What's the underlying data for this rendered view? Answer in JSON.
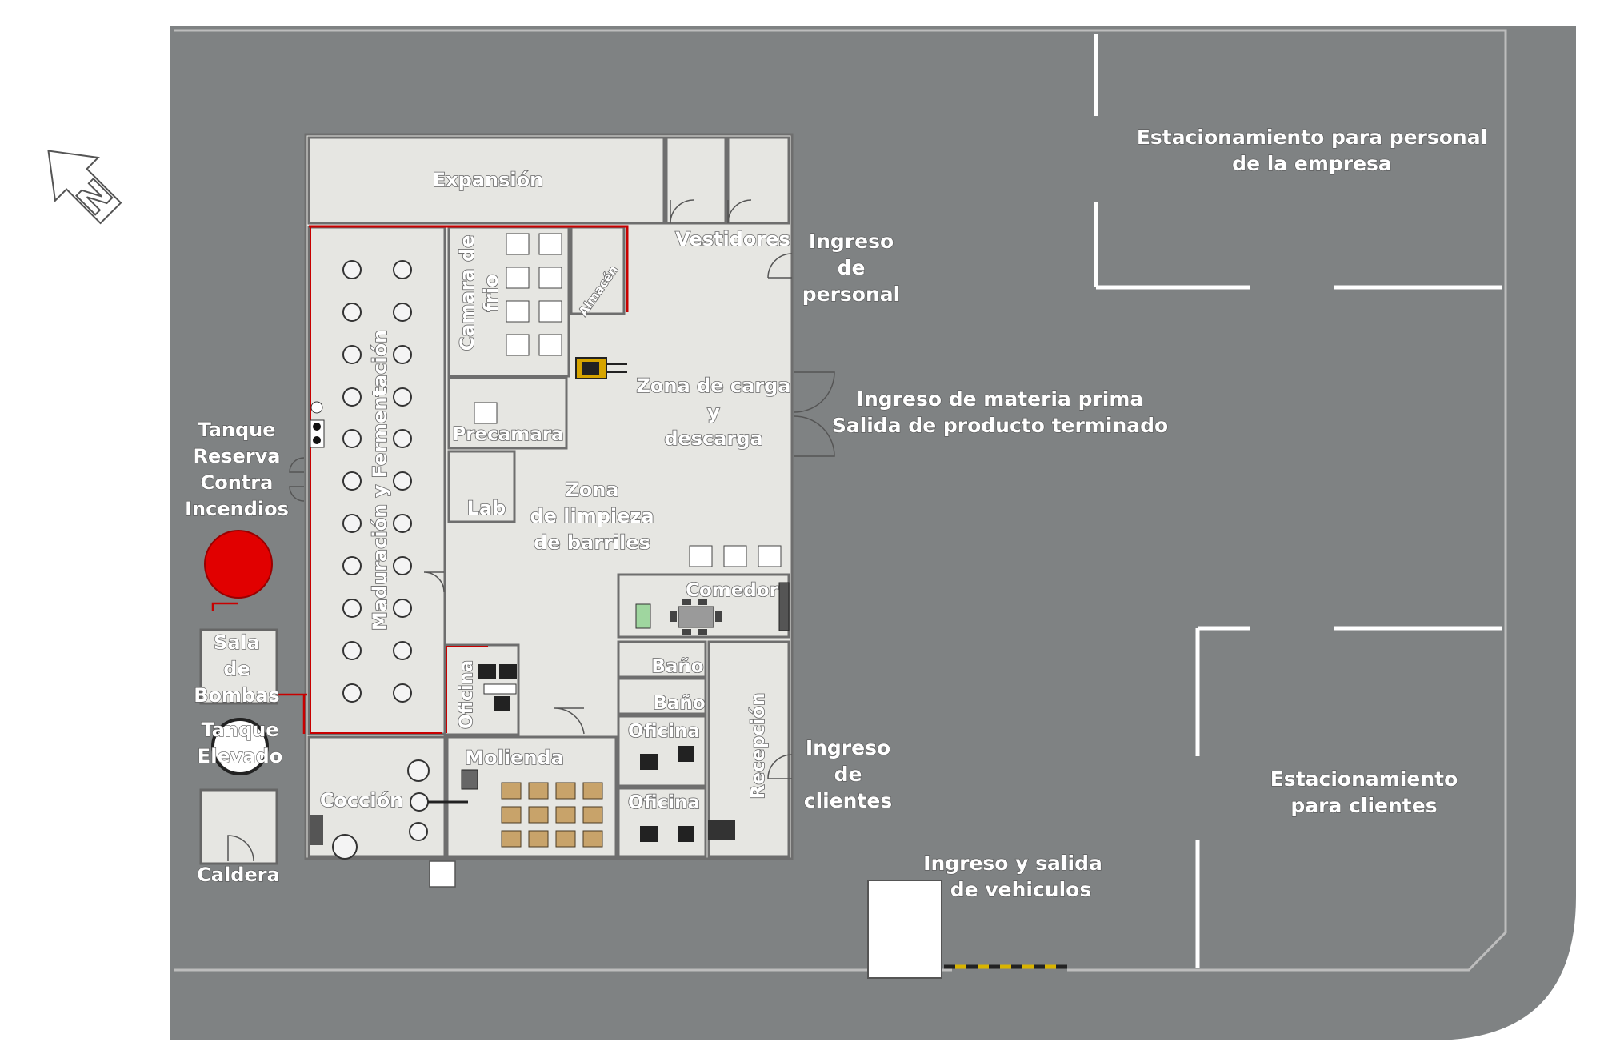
{
  "colors": {
    "ground": "#7f8283",
    "building_floor": "#e6e6e2",
    "wall": "#6e6e6e",
    "fire_tank": "#e10000",
    "red_line": "#c80000",
    "parking_lines": "#ffffff"
  },
  "north_arrow": {
    "letter": "N"
  },
  "rooms": {
    "expansion": "Expansión",
    "vestidores": "Vestidores",
    "camara_frio": [
      "Camara de",
      "frio"
    ],
    "almacen": "Almacén",
    "precamara": "Precamara",
    "zona_carga": [
      "Zona de carga",
      "y",
      "descarga"
    ],
    "lab": "Lab",
    "zona_limpieza": [
      "Zona",
      "de limpieza",
      "de barriles"
    ],
    "maduracion": "Maduración y Fermentación",
    "comedor": "Comedor",
    "bano1": "Baño",
    "bano2": "Baño",
    "oficina_left": "Oficina",
    "oficina1": "Oficina",
    "oficina2": "Oficina",
    "recepcion": "Recepción",
    "molienda": "Molienda",
    "coccion": "Cocción"
  },
  "outside": {
    "tanque_reserva": [
      "Tanque",
      "Reserva",
      "Contra",
      "Incendios"
    ],
    "sala_bombas": [
      "Sala",
      "de",
      "Bombas"
    ],
    "tanque_elevado": [
      "Tanque",
      "Elevado"
    ],
    "caldera": "Caldera",
    "ingreso_personal": [
      "Ingreso",
      "de",
      "personal"
    ],
    "materia_prima": [
      "Ingreso de materia prima",
      "Salida de producto terminado"
    ],
    "ingreso_clientes": [
      "Ingreso",
      "de",
      "clientes"
    ],
    "vehiculos": [
      "Ingreso y salida",
      "de vehiculos"
    ],
    "est_personal": [
      "Estacionamiento para personal",
      "de la empresa"
    ],
    "est_clientes": [
      "Estacionamiento",
      "para clientes"
    ]
  }
}
